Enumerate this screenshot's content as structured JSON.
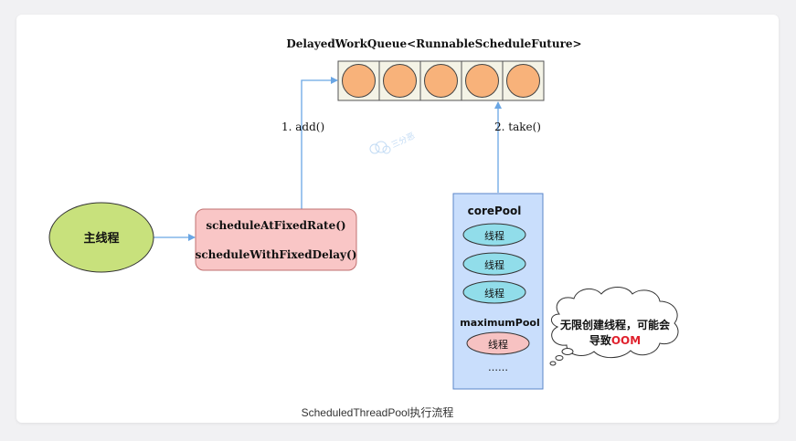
{
  "queue": {
    "label": "DelayedWorkQueue<RunnableScheduleFuture>",
    "slot_count": 5
  },
  "arrows": {
    "add_label": "1. add()",
    "take_label": "2. take()"
  },
  "main_thread": {
    "label": "主线程"
  },
  "scheduler": {
    "method1": "scheduleAtFixedRate()",
    "method2": "scheduleWithFixedDelay()"
  },
  "pool": {
    "core_label": "corePool",
    "core_threads": [
      "线程",
      "线程",
      "线程"
    ],
    "max_label": "maximumPool",
    "max_thread": "线程",
    "ellipsis": "……"
  },
  "cloud": {
    "line1": "无限创建线程，可能会",
    "line2_prefix": "导致",
    "line2_highlight": "OOM"
  },
  "watermark": "三分恶",
  "caption": "ScheduledThreadPool执行流程",
  "colors": {
    "queue_circle": "#f8b27a",
    "queue_cell": "#f4f3e6",
    "main_thread_fill": "#c8e17c",
    "scheduler_fill": "#f9c6c6",
    "scheduler_border": "#c07070",
    "pool_fill": "#c9defc",
    "pool_border": "#5a86c8",
    "core_thread_fill": "#91ddea",
    "max_thread_fill": "#f7c2c2",
    "arrow": "#6aa6e4",
    "oom_red": "#e0212d"
  }
}
